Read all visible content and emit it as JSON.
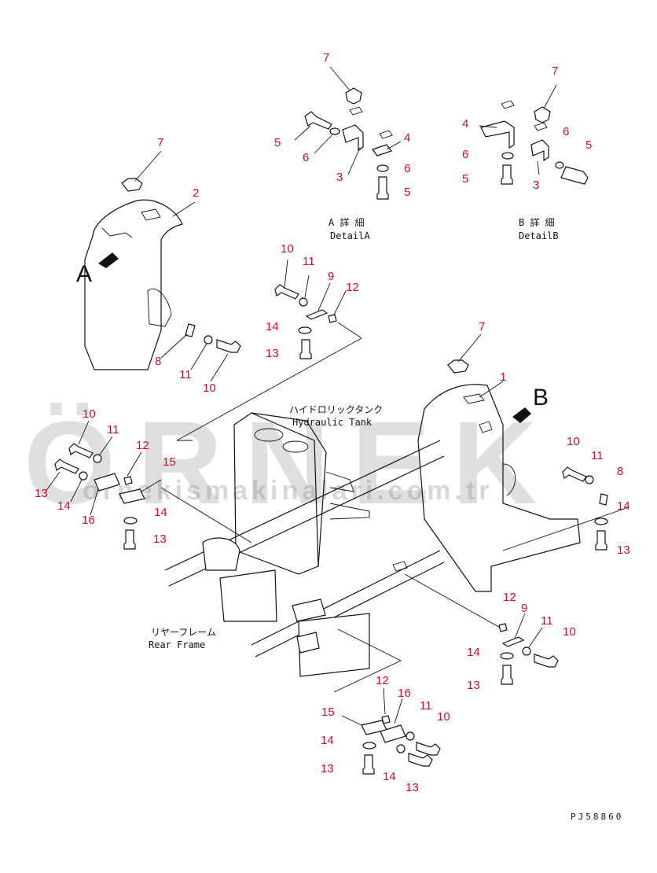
{
  "watermark": {
    "text": "ÖRNEK",
    "url": "ornekismakinalari.com.tr"
  },
  "labels": {
    "detail_a_jp": "A 詳 細",
    "detail_a_en": "DetailA",
    "detail_b_jp": "B 詳 細",
    "detail_b_en": "DetailB",
    "hydraulic_jp": "ハイドロリックタンク",
    "hydraulic_en": "Hydraulic Tank",
    "rear_jp": "リヤーフレーム",
    "rear_en": "Rear Frame",
    "view_a": "A",
    "view_b": "B",
    "part_code": "PJ58860"
  },
  "callouts": [
    "7",
    "5",
    "6",
    "3",
    "4",
    "6",
    "5",
    "7",
    "4",
    "6",
    "5",
    "3",
    "6",
    "5",
    "7",
    "2",
    "8",
    "11",
    "10",
    "10",
    "11",
    "9",
    "12",
    "14",
    "13",
    "7",
    "1",
    "10",
    "11",
    "12",
    "15",
    "13",
    "14",
    "16",
    "14",
    "13",
    "10",
    "11",
    "8",
    "14",
    "13",
    "12",
    "9",
    "11",
    "10",
    "14",
    "13",
    "12",
    "16",
    "15",
    "11",
    "10",
    "14",
    "13",
    "14",
    "13"
  ]
}
